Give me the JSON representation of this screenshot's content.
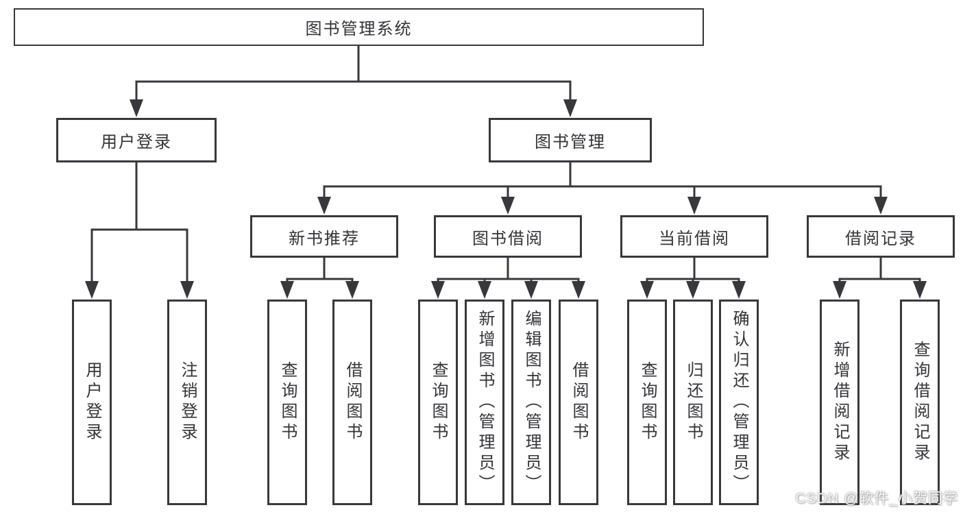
{
  "diagram": {
    "title": "图书管理系统",
    "colors": {
      "line": "#38383c",
      "text": "#333339",
      "background": "#ffffff",
      "watermark": "#ffffff"
    },
    "tree": {
      "label": "图书管理系统",
      "children": [
        {
          "label": "用户登录",
          "children": [
            {
              "label": "用户登录"
            },
            {
              "label": "注销登录"
            }
          ]
        },
        {
          "label": "图书管理",
          "children": [
            {
              "label": "新书推荐",
              "children": [
                {
                  "label": "查询图书"
                },
                {
                  "label": "借阅图书"
                }
              ]
            },
            {
              "label": "图书借阅",
              "children": [
                {
                  "label": "查询图书"
                },
                {
                  "label": "新增图书（管理员）"
                },
                {
                  "label": "编辑图书（管理员）"
                },
                {
                  "label": "借阅图书"
                }
              ]
            },
            {
              "label": "当前借阅",
              "children": [
                {
                  "label": "查询图书"
                },
                {
                  "label": "归还图书"
                },
                {
                  "label": "确认归还（管理员）"
                }
              ]
            },
            {
              "label": "借阅记录",
              "children": [
                {
                  "label": "新增借阅记录"
                },
                {
                  "label": "查询借阅记录"
                }
              ]
            }
          ]
        }
      ]
    },
    "watermark": "CSDN @软件_小贺同学"
  }
}
